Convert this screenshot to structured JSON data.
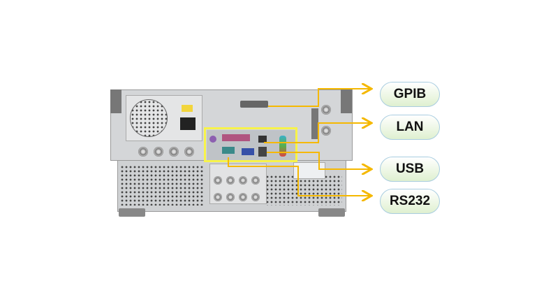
{
  "labels": {
    "gpib": "GPIB",
    "lan": "LAN",
    "usb": "USB",
    "rs232": "RS232"
  },
  "colors": {
    "arrow": "#f5b800",
    "highlight_box": "#f7f34a",
    "pill_border": "#a9cde0"
  }
}
